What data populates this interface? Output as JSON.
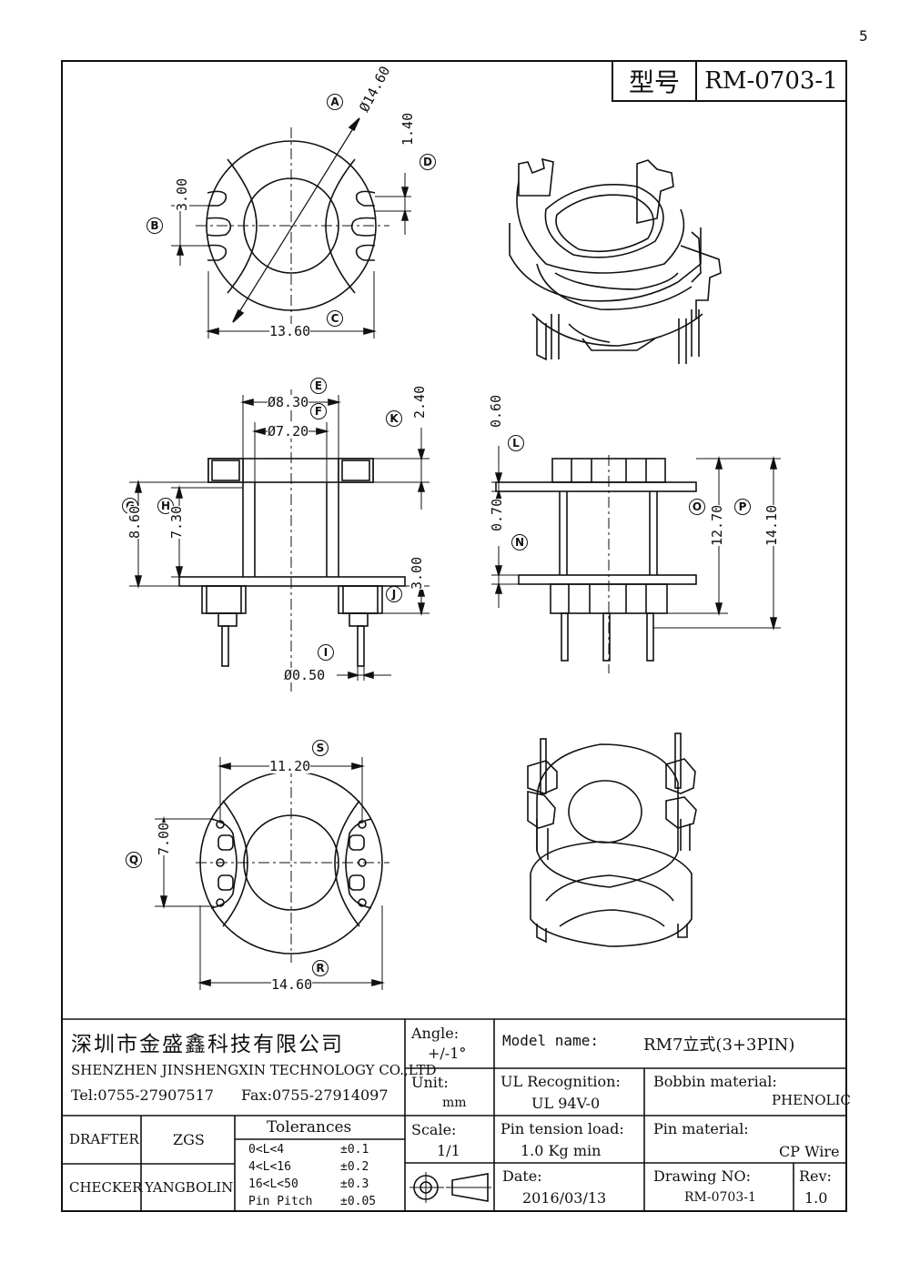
{
  "page_corner": "5",
  "header": {
    "model_label": "型号",
    "model_value": "RM-0703-1"
  },
  "dims": {
    "A": "A",
    "A_val": "Ø14.60",
    "B": "B",
    "B_val": "3.00",
    "C": "C",
    "C_val": "13.60",
    "D": "D",
    "D_val": "1.40",
    "E": "E",
    "E_val": "Ø8.30",
    "F": "F",
    "F_val": "Ø7.20",
    "G": "G",
    "G_val": "8.60",
    "H": "H",
    "H_val": "7.30",
    "I": "I",
    "I_val": "Ø0.50",
    "J": "J",
    "J_val": "3.00",
    "K": "K",
    "K_val": "2.40",
    "L": "L",
    "L_val": "0.60",
    "N": "N",
    "N_val": "0.70",
    "O": "O",
    "O_val": "12.70",
    "P": "P",
    "P_val": "14.10",
    "Q": "Q",
    "Q_val": "7.00",
    "R": "R",
    "R_val": "14.60",
    "S": "S",
    "S_val": "11.20"
  },
  "title_block": {
    "company_cn": "深圳市金盛鑫科技有限公司",
    "company_en": "SHENZHEN JINSHENGXIN TECHNOLOGY CO.,LTD",
    "tel": "Tel:0755-27907517",
    "fax": "Fax:0755-27914097",
    "drafter_label": "DRAFTER",
    "drafter": "ZGS",
    "checker_label": "CHECKER",
    "checker": "YANGBOLIN",
    "tolerances_label": "Tolerances",
    "tolerances": [
      {
        "range": "0<L<4",
        "tol": "±0.1"
      },
      {
        "range": "4<L<16",
        "tol": "±0.2"
      },
      {
        "range": "16<L<50",
        "tol": "±0.3"
      },
      {
        "range": "Pin Pitch",
        "tol": "±0.05"
      }
    ],
    "angle_label": "Angle:",
    "angle": "+/-1°",
    "unit_label": "Unit:",
    "unit": "mm",
    "scale_label": "Scale:",
    "scale": "1/1",
    "model_name_label": "Model name:",
    "model_name": "RM7立式(3+3PIN)",
    "ul_label": "UL Recognition:",
    "ul": "UL 94V-0",
    "bobbin_label": "Bobbin material:",
    "bobbin": "PHENOLIC",
    "pin_tension_label": "Pin tension load:",
    "pin_tension": "1.0 Kg min",
    "pin_material_label": "Pin material:",
    "pin_material": "CP Wire",
    "date_label": "Date:",
    "date": "2016/03/13",
    "drawing_no_label": "Drawing NO:",
    "drawing_no": "RM-0703-1",
    "rev_label": "Rev:",
    "rev": "1.0"
  }
}
